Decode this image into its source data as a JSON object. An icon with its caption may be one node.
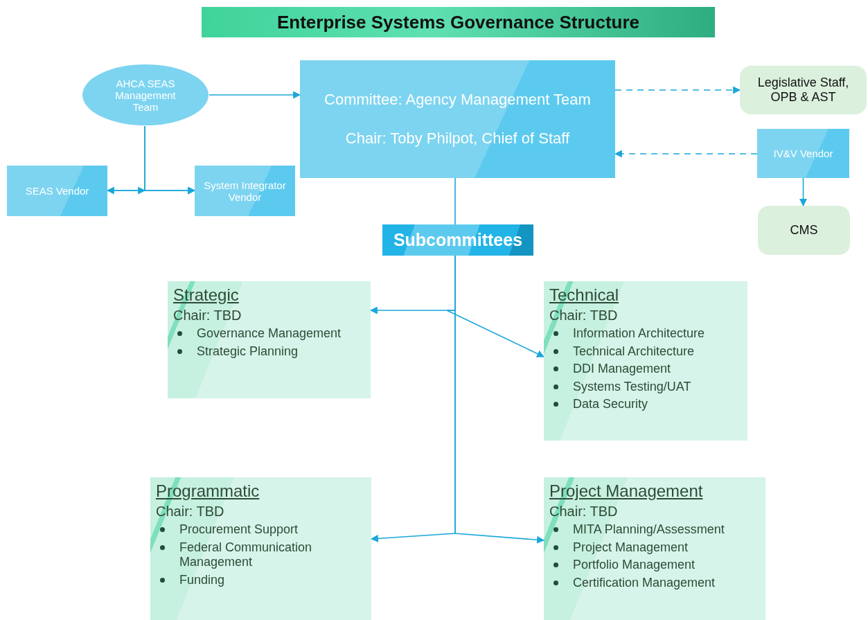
{
  "diagram": {
    "title": "Enterprise Systems Governance Structure",
    "nodes": [
      {
        "text": [
          "AHCA SEAS Management Team"
        ]
      },
      {
        "text": [
          "Committee: Agency Management Team",
          "Chair:  Toby Philpot, Chief of Staff"
        ]
      },
      {
        "text": [
          "Legislative Staff, OPB & AST"
        ]
      },
      {
        "text": [
          "IV&V Vendor"
        ]
      },
      {
        "text": [
          "CMS"
        ]
      },
      {
        "text": [
          "SEAS Vendor"
        ]
      },
      {
        "text": [
          "System Integrator Vendor"
        ]
      },
      {
        "text": [
          "Subcommittees"
        ]
      },
      {
        "text": [
          "Strategic",
          "Chair: TBD",
          "Governance Management",
          "Strategic Planning"
        ]
      },
      {
        "text": [
          "Technical",
          "Chair: TBD",
          "Information Architecture",
          "Technical Architecture",
          "DDI Management",
          "Systems Testing/UAT",
          "Data Security"
        ]
      },
      {
        "text": [
          "Programmatic",
          "Chair:  TBD",
          "Procurement Support",
          "Federal Communication Management",
          "Funding"
        ]
      },
      {
        "text": [
          "Project Management",
          "Chair:  TBD",
          "MITA Planning/Assessment",
          "Project Management",
          "Portfolio Management",
          "Certification Management"
        ]
      }
    ],
    "edges": [
      {
        "from": 0,
        "to": 1,
        "arrow": "to"
      },
      {
        "from": 1,
        "to": 2,
        "arrow": "to",
        "style": "dashed"
      },
      {
        "from": 3,
        "to": 1,
        "arrow": "to",
        "style": "dashed"
      },
      {
        "from": 3,
        "to": 4,
        "arrow": "to"
      },
      {
        "from": 0,
        "to": 5,
        "arrow": "to"
      },
      {
        "from": 0,
        "to": 6,
        "arrow": "to"
      },
      {
        "from": 5,
        "to": 6,
        "arrow": "to"
      },
      {
        "from": 1,
        "to": 7,
        "arrow": "none"
      },
      {
        "from": 7,
        "to": 8,
        "arrow": "to"
      },
      {
        "from": 7,
        "to": 9,
        "arrow": "to"
      },
      {
        "from": 7,
        "to": 10,
        "arrow": "to"
      },
      {
        "from": 7,
        "to": 11,
        "arrow": "to"
      }
    ]
  }
}
